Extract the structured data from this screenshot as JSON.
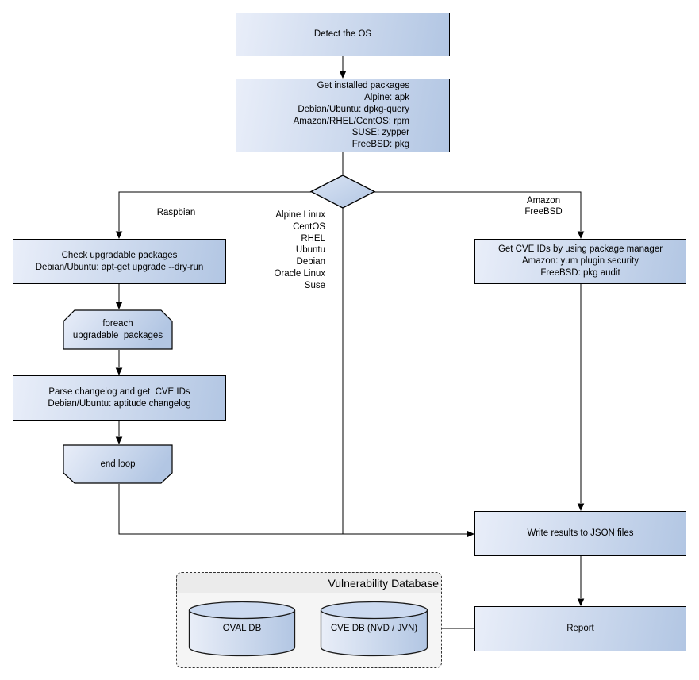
{
  "nodes": {
    "detect_os": {
      "label": "Detect the OS"
    },
    "get_installed_packages": {
      "lines": [
        "Get installed packages",
        "Alpine: apk",
        "Debian/Ubuntu: dpkg-query",
        "Amazon/RHEL/CentOS: rpm",
        "SUSE: zypper",
        "FreeBSD: pkg"
      ]
    },
    "check_upgradable": {
      "lines": [
        "Check upgradable packages",
        "Debian/Ubuntu: apt-get upgrade --dry-run"
      ]
    },
    "foreach_loop_start": {
      "lines": [
        "foreach",
        "upgradable  packages"
      ]
    },
    "parse_changelog": {
      "lines": [
        "Parse changelog and get  CVE IDs",
        "Debian/Ubuntu: aptitude changelog"
      ]
    },
    "end_loop": {
      "label": "end loop"
    },
    "get_cve_ids": {
      "lines": [
        "Get CVE IDs by using package manager",
        "Amazon: yum plugin security",
        "FreeBSD: pkg audit"
      ]
    },
    "write_results": {
      "label": "Write results to JSON files"
    },
    "report": {
      "label": "Report"
    }
  },
  "edge_labels": {
    "left_branch": "Raspbian",
    "middle_branch_os": [
      "Alpine Linux",
      "CentOS",
      "RHEL",
      "Ubuntu",
      "Debian",
      "Oracle Linux",
      "Suse"
    ],
    "right_branch": [
      "Amazon",
      "FreeBSD"
    ]
  },
  "vulnerability_database": {
    "title": "Vulnerability Database",
    "databases": [
      "OVAL DB",
      "CVE DB (NVD / JVN)"
    ]
  },
  "colors": {
    "node_gradient_light": "#e9eef9",
    "node_gradient_dark": "#b2c6e3",
    "node_border": "#000000",
    "connector": "#000000",
    "db_container_bg": "#f5f5f5",
    "db_header_bg": "#ebebeb",
    "canvas_bg": "#ffffff"
  }
}
